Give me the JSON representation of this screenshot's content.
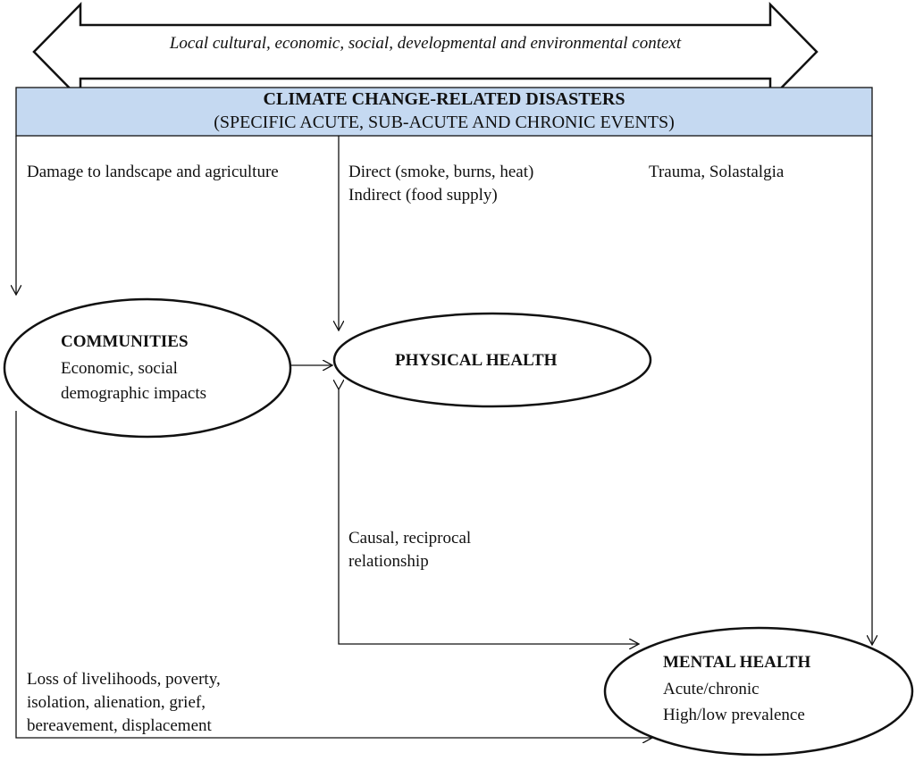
{
  "context_arrow": {
    "text": "Local cultural, economic, social, developmental and environmental context"
  },
  "header": {
    "title": "CLIMATE CHANGE-RELATED DISASTERS",
    "subtitle": "(SPECIFIC ACUTE, SUB-ACUTE AND CHRONIC EVENTS)",
    "fill_color": "#c5d9f1"
  },
  "labels": {
    "landscape": "Damage to landscape and agriculture",
    "direct": "Direct (smoke, burns, heat)",
    "indirect": "Indirect (food supply)",
    "trauma": "Trauma, Solastalgia",
    "causal_1": "Causal, reciprocal",
    "causal_2": "relationship",
    "loss_1": "Loss of livelihoods, poverty,",
    "loss_2": "isolation, alienation, grief,",
    "loss_3": "bereavement, displacement"
  },
  "nodes": {
    "communities": {
      "title": "COMMUNITIES",
      "line1": "Economic, social",
      "line2": "demographic impacts"
    },
    "physical": {
      "title": "PHYSICAL HEALTH"
    },
    "mental": {
      "title": "MENTAL HEALTH",
      "line1": "Acute/chronic",
      "line2": "High/low prevalence"
    }
  }
}
